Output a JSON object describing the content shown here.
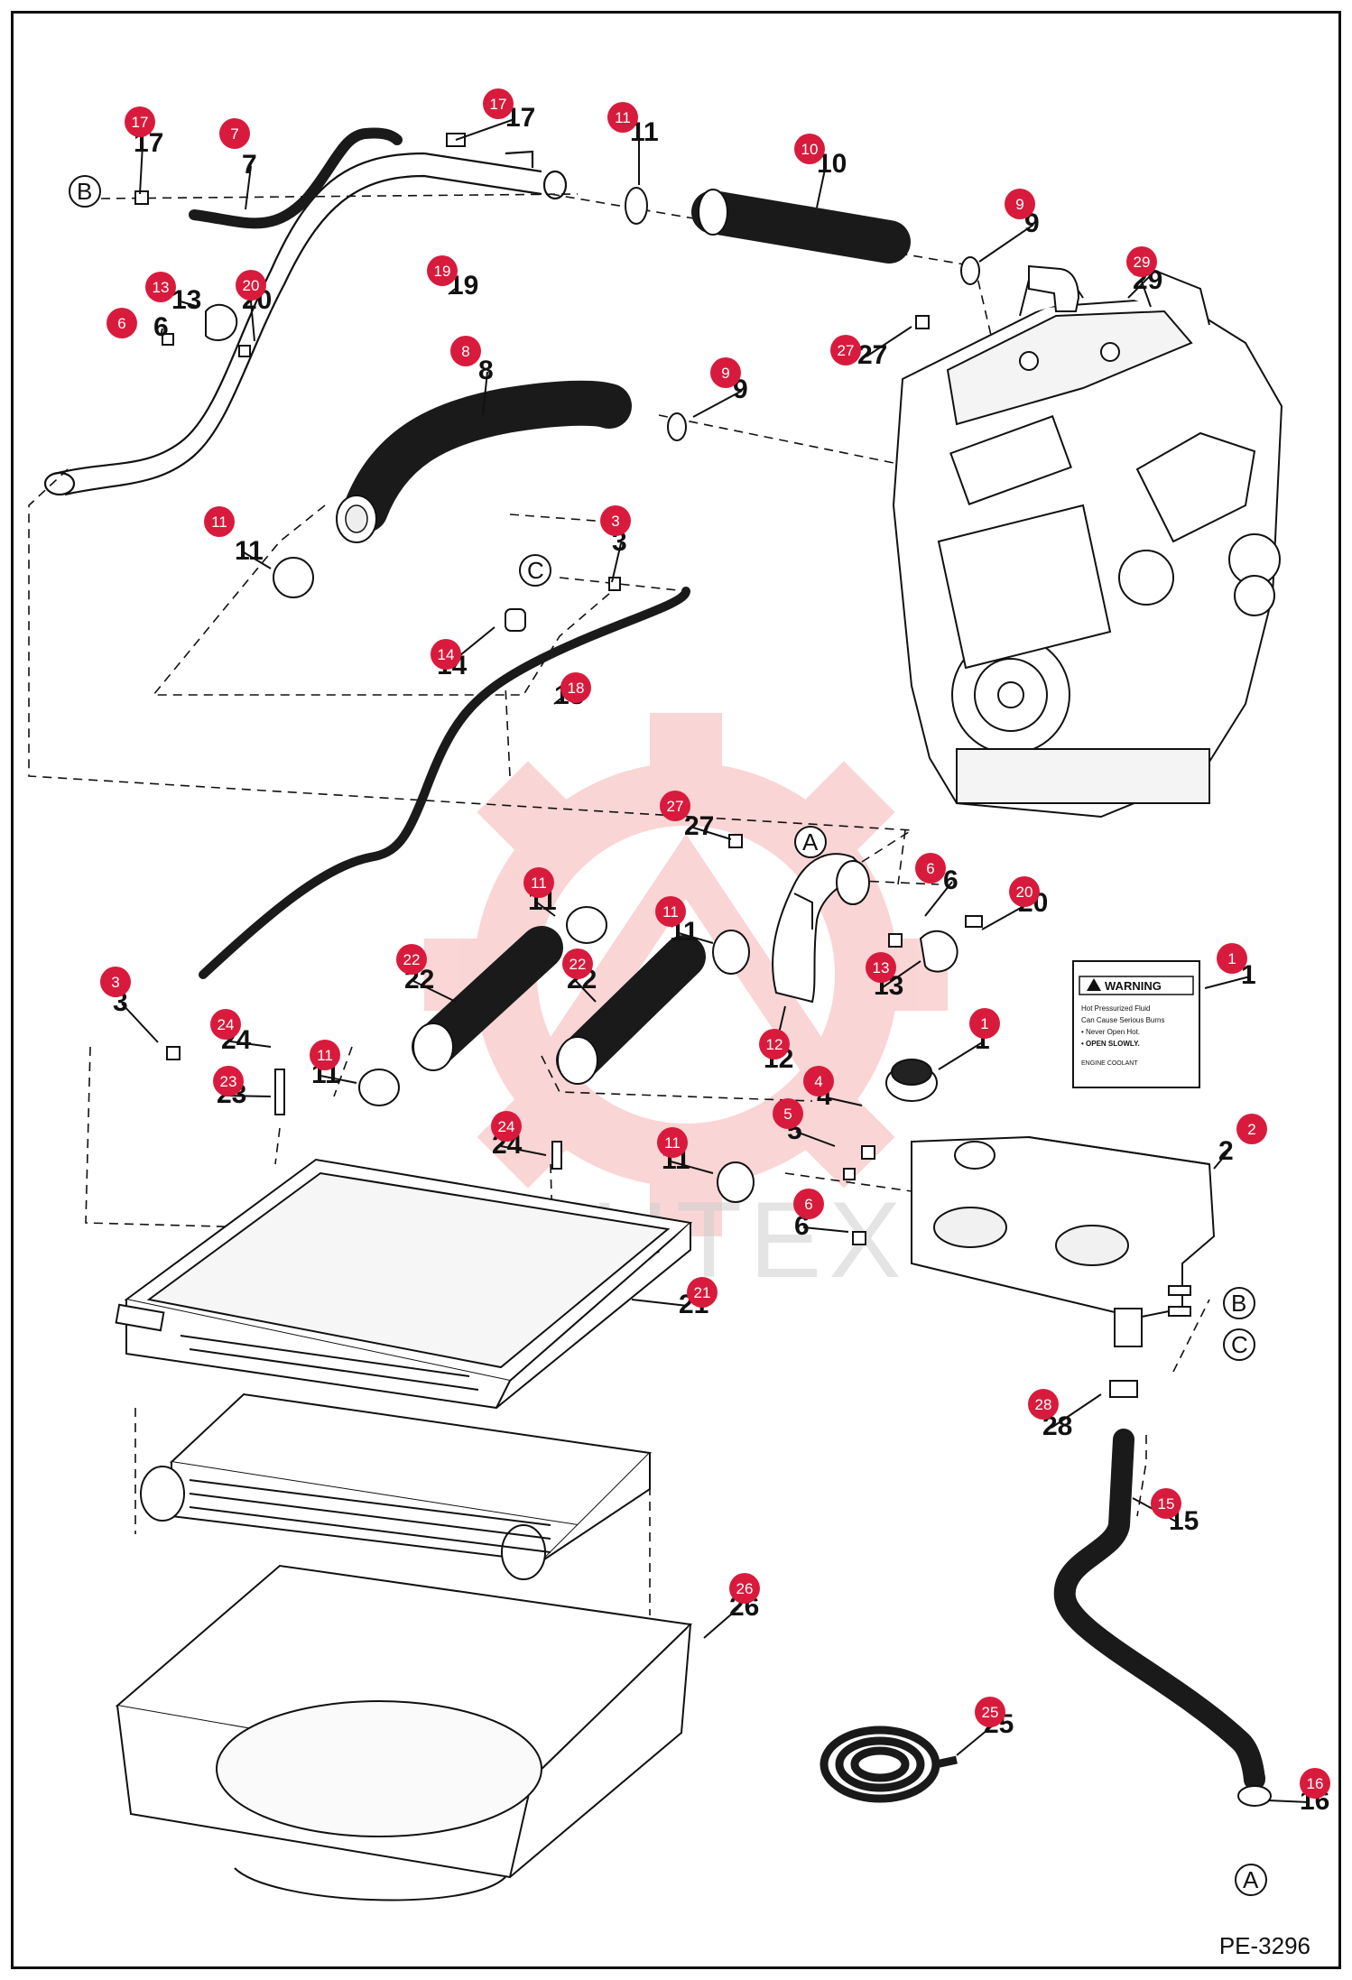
{
  "diagram": {
    "drawing_code": "PE-3296",
    "watermark": "ИНТЕХ",
    "warning_decal": {
      "heading": "WARNING",
      "lines": [
        "Hot Pressurized Fluid",
        "Can Cause Serious Burns",
        "• Never Open Hot.",
        "• OPEN SLOWLY.",
        "ENGINE COOLANT"
      ]
    },
    "reference_letters": [
      "A",
      "B",
      "C"
    ],
    "callouts": [
      {
        "id": "c17a",
        "num": "17"
      },
      {
        "id": "c7",
        "num": "7"
      },
      {
        "id": "c17b",
        "num": "17"
      },
      {
        "id": "c11a",
        "num": "11"
      },
      {
        "id": "c10",
        "num": "10"
      },
      {
        "id": "c9a",
        "num": "9"
      },
      {
        "id": "c29",
        "num": "29"
      },
      {
        "id": "c19",
        "num": "19"
      },
      {
        "id": "c13a",
        "num": "13"
      },
      {
        "id": "c20a",
        "num": "20"
      },
      {
        "id": "c6a",
        "num": "6"
      },
      {
        "id": "c27a",
        "num": "27"
      },
      {
        "id": "c8",
        "num": "8"
      },
      {
        "id": "c9b",
        "num": "9"
      },
      {
        "id": "c11b",
        "num": "11"
      },
      {
        "id": "c3a",
        "num": "3"
      },
      {
        "id": "c14",
        "num": "14"
      },
      {
        "id": "c18",
        "num": "18"
      },
      {
        "id": "c27b",
        "num": "27"
      },
      {
        "id": "c6b",
        "num": "6"
      },
      {
        "id": "c20b",
        "num": "20"
      },
      {
        "id": "c11c",
        "num": "11"
      },
      {
        "id": "c11d",
        "num": "11"
      },
      {
        "id": "c22a",
        "num": "22"
      },
      {
        "id": "c22b",
        "num": "22"
      },
      {
        "id": "c13b",
        "num": "13"
      },
      {
        "id": "c1a",
        "num": "1"
      },
      {
        "id": "c3b",
        "num": "3"
      },
      {
        "id": "c24a",
        "num": "24"
      },
      {
        "id": "c11e",
        "num": "11"
      },
      {
        "id": "c12",
        "num": "12"
      },
      {
        "id": "c1b",
        "num": "1"
      },
      {
        "id": "c23",
        "num": "23"
      },
      {
        "id": "c4",
        "num": "4"
      },
      {
        "id": "c5",
        "num": "5"
      },
      {
        "id": "c24b",
        "num": "24"
      },
      {
        "id": "c11f",
        "num": "11"
      },
      {
        "id": "c2",
        "num": "2"
      },
      {
        "id": "c6c",
        "num": "6"
      },
      {
        "id": "c21",
        "num": "21"
      },
      {
        "id": "c28",
        "num": "28"
      },
      {
        "id": "c15",
        "num": "15"
      },
      {
        "id": "c26",
        "num": "26"
      },
      {
        "id": "c25",
        "num": "25"
      },
      {
        "id": "c16",
        "num": "16"
      }
    ],
    "colors": {
      "badge": "#d81b3c",
      "line": "#111111",
      "hose": "#1a1a1a",
      "watermark_red": "#f4b4b4"
    }
  }
}
